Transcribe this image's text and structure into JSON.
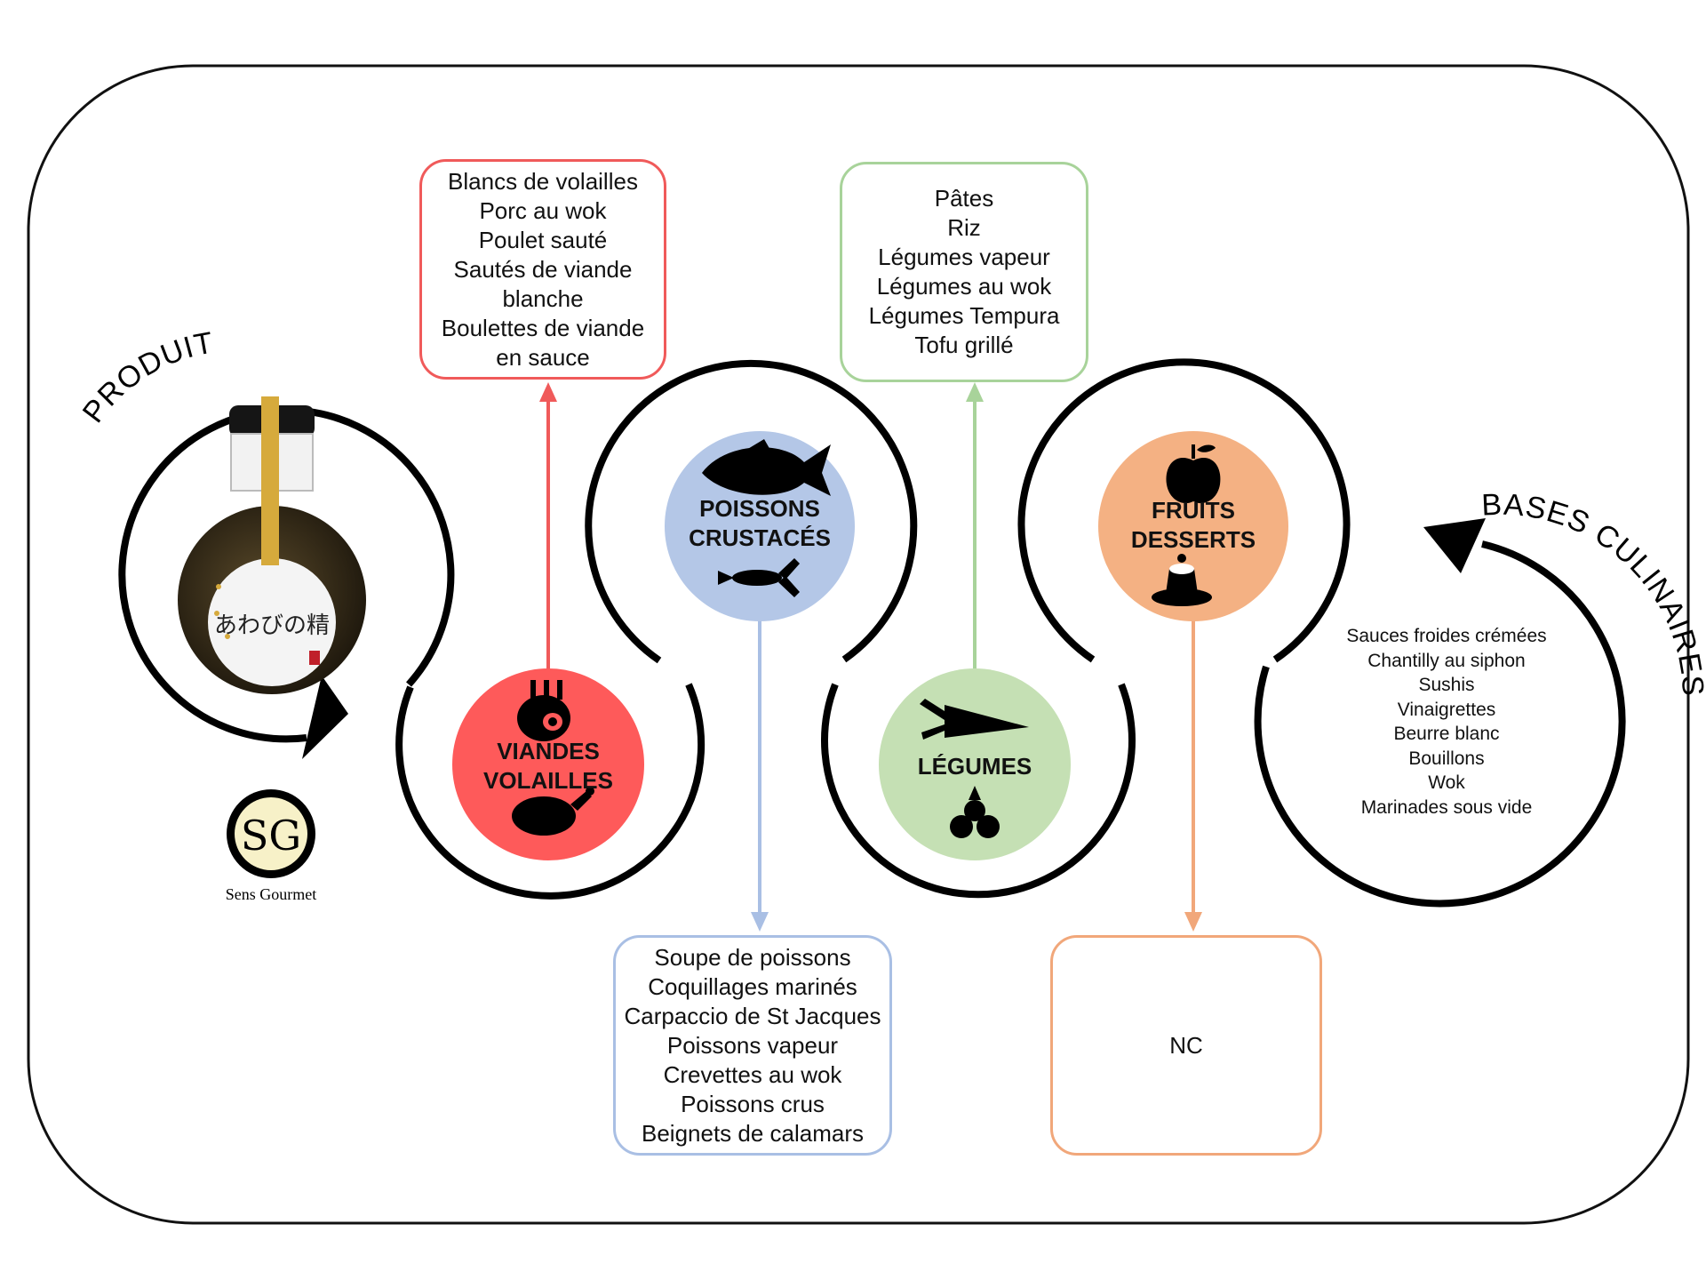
{
  "labels": {
    "produit": "PRODUIT",
    "bases": "BASES CULINAIRES"
  },
  "product": {
    "bottle_label": "あわびの精",
    "logo_letters": "SG",
    "brand": "Sens Gourmet"
  },
  "categories": [
    {
      "id": "viandes",
      "line1": "VIANDES",
      "line2": "VOLAILLES",
      "color": "#fe5a5a",
      "items": [
        "Blancs de volailles",
        "Porc au wok",
        "Poulet sauté",
        "Sautés de viande",
        "blanche",
        "Boulettes de viande",
        "en sauce"
      ]
    },
    {
      "id": "poissons",
      "line1": "POISSONS",
      "line2": "CRUSTACÉS",
      "color": "#b4c7e7",
      "items": [
        "Soupe de poissons",
        "Coquillages marinés",
        "Carpaccio de St Jacques",
        "Poissons vapeur",
        "Crevettes au wok",
        "Poissons crus",
        "Beignets de calamars"
      ]
    },
    {
      "id": "legumes",
      "line1": "LÉGUMES",
      "line2": "",
      "color": "#c5e0b4",
      "items": [
        "Pâtes",
        "Riz",
        "Légumes vapeur",
        "Légumes au wok",
        "Légumes Tempura",
        "Tofu grillé"
      ]
    },
    {
      "id": "fruits",
      "line1": "FRUITS",
      "line2": "DESSERTS",
      "color": "#f4b183",
      "items": [
        "NC"
      ]
    }
  ],
  "border_colors": {
    "viandes": "#f05a5a",
    "poissons": "#a9bfe4",
    "legumes": "#a8d39a",
    "fruits": "#f1a77a"
  },
  "bases_culinaires": [
    "Sauces froides crémées",
    "Chantilly au siphon",
    "Sushis",
    "Vinaigrettes",
    "Beurre blanc",
    "Bouillons",
    "Wok",
    "Marinades sous vide"
  ]
}
